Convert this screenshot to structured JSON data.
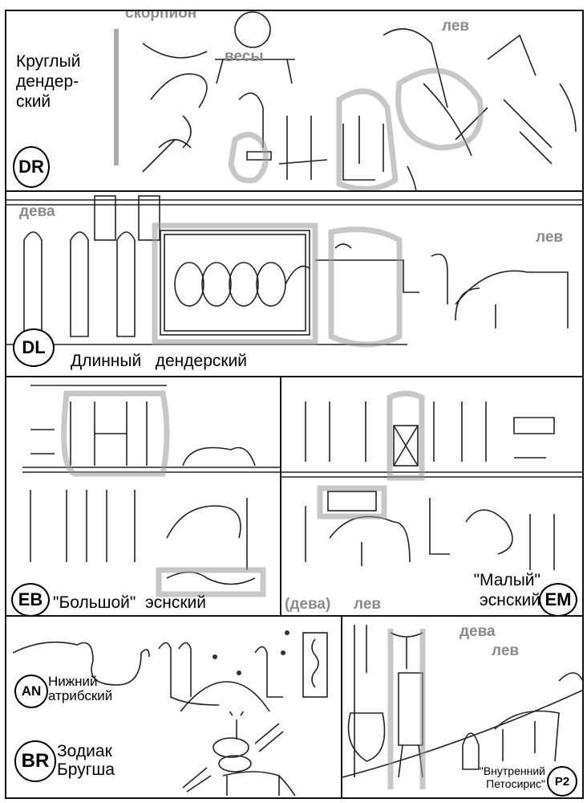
{
  "panels": {
    "dr": {
      "code": "DR",
      "title": "Круглый дендер-ский",
      "title_lines": [
        "Круглый",
        "дендер-",
        "ский"
      ],
      "signs": {
        "scorpio": "скорпион",
        "libra": "весы",
        "leo": "лев"
      }
    },
    "dl": {
      "code": "DL",
      "title": "Длинный   дендерский",
      "signs": {
        "virgo": "дева",
        "leo": "лев"
      }
    },
    "eb": {
      "code": "EB",
      "title": "\"Большой\"  эснский"
    },
    "em": {
      "code": "EM",
      "title_lines": [
        "\"Малый\"",
        "эснский"
      ],
      "signs": {
        "virgo": "(дева)",
        "leo": "лев"
      }
    },
    "an": {
      "code": "AN",
      "title_lines": [
        "Нижний",
        "атрибский"
      ]
    },
    "br": {
      "code": "BR",
      "title_lines": [
        "Зодиак",
        "Бругша"
      ]
    },
    "p2": {
      "code": "P2",
      "title_lines": [
        "\"Внутренний",
        "Петосирис\""
      ],
      "signs": {
        "virgo": "дева",
        "leo": "лев"
      }
    }
  }
}
